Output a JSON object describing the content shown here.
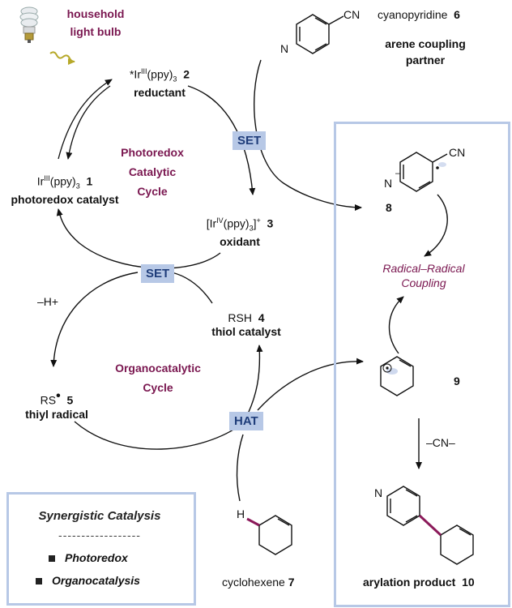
{
  "colors": {
    "accent": "#7a1750",
    "panel_border": "#b7c8e6",
    "tag_bg": "#b7c8e6",
    "tag_text": "#1f3d7a",
    "bond_highlight": "#8b1a5a"
  },
  "light": {
    "line1": "household",
    "line2": "light bulb",
    "icon": "light-bulb-icon"
  },
  "species": {
    "ir_excited": {
      "star": "*Ir",
      "sup": "III",
      "rest": "(ppy)",
      "sub": "3",
      "num": "2",
      "role": "reductant"
    },
    "ir_ground": {
      "pre": "Ir",
      "sup": "III",
      "rest": "(ppy)",
      "sub": "3",
      "num": "1",
      "role": "photoredox catalyst"
    },
    "ir_oxidized": {
      "pre": "[Ir",
      "sup": "IV",
      "rest": "(ppy)",
      "sub": "3",
      "close": "]",
      "charge": "+",
      "num": "3",
      "role": "oxidant"
    },
    "thiol": {
      "formula": "RSH",
      "num": "4",
      "role": "thiol catalyst"
    },
    "thiyl": {
      "formula": "RS",
      "num": "5",
      "role": "thiyl radical"
    },
    "cyanopyridine": {
      "name": "cyanopyridine",
      "num": "6",
      "role_line1": "arene coupling",
      "role_line2": "partner",
      "cn": "CN",
      "n": "N"
    },
    "cyclohexene": {
      "name": "cyclohexene",
      "num": "7",
      "h": "H"
    },
    "radical_anion": {
      "num": "8",
      "cn": "CN",
      "n": "N",
      "charge": "–"
    },
    "allyl_radical": {
      "num": "9"
    },
    "product": {
      "name": "arylation product",
      "num": "10",
      "n": "N"
    }
  },
  "cycles": {
    "photoredox": [
      "Photoredox",
      "Catalytic",
      "Cycle"
    ],
    "organo": [
      "Organocatalytic",
      "Cycle"
    ]
  },
  "tags": {
    "set_top": "SET",
    "set_mid": "SET",
    "hat": "HAT"
  },
  "steps": {
    "deprotonation": "–H+",
    "coupling_line1": "Radical–Radical",
    "coupling_line2": "Coupling",
    "loss_cn": "–CN–"
  },
  "legend": {
    "title": "Synergistic Catalysis",
    "divider": "------------------",
    "items": [
      "Photoredox",
      "Organocatalysis"
    ]
  }
}
